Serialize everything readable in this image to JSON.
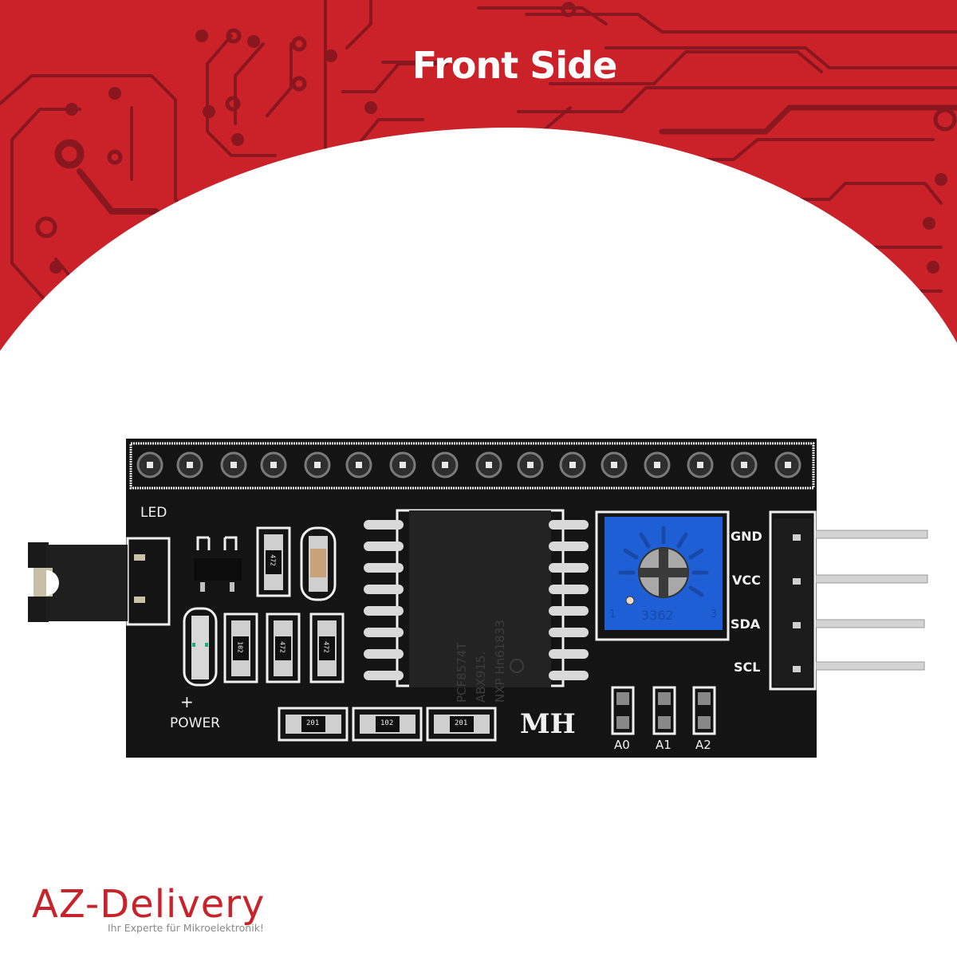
{
  "header": {
    "title": "Front Side",
    "colors": {
      "background": "#cb2128",
      "traces": "#8a1620",
      "arc": "#ffffff"
    }
  },
  "board": {
    "name": "I2C LCD adapter module (PCF8574)",
    "color": "#141414",
    "header_pin_count": 16,
    "labels": {
      "led": "LED",
      "power": "POWER",
      "power_plus": "+",
      "brand": "MH",
      "address_jumpers": [
        "A0",
        "A1",
        "A2"
      ],
      "pins": [
        "GND",
        "VCC",
        "SDA",
        "SCL"
      ]
    },
    "ic": {
      "lines": [
        "PCF8574T",
        "ABX915.",
        "NXP  Hn61833"
      ]
    },
    "potentiometer": {
      "model": "3362",
      "pin_left": "1",
      "pin_right": "3",
      "color": "#1f5fd6"
    },
    "resistors": {
      "top": [
        "472"
      ],
      "middle": [
        "102",
        "472",
        "472"
      ],
      "bottom": [
        "201",
        "102",
        "201"
      ]
    }
  },
  "logo": {
    "brand": "AZ-Delivery",
    "tagline": "Ihr Experte für Mikroelektronik!",
    "color": "#c8232a"
  }
}
